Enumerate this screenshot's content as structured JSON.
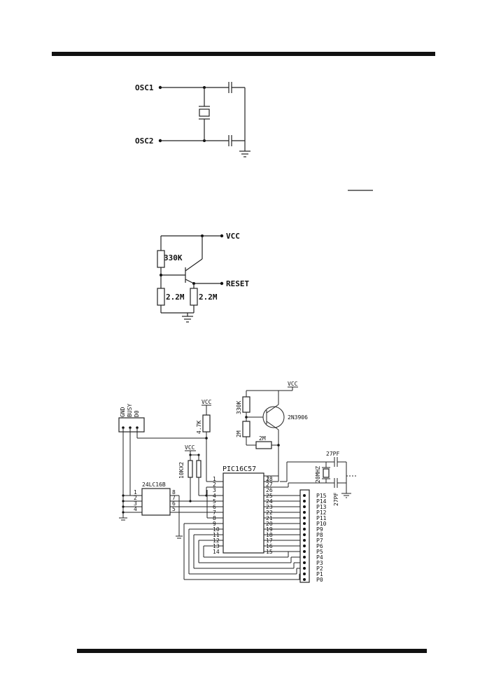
{
  "osc_circuit": {
    "osc1": "OSC1",
    "osc2": "OSC2"
  },
  "overline_text": "",
  "reset_circuit": {
    "vcc": "VCC",
    "r_top": "330K",
    "r_left": "2.2M",
    "r_right": "2.2M",
    "reset": "RESET"
  },
  "schematic": {
    "connector_labels": [
      "GND",
      "BUSY",
      "D0"
    ],
    "vcc": "VCC",
    "r_pullup": "4.7K",
    "r_base_top": "330K",
    "r_base_bottom": "2M",
    "r_series": "2M",
    "transistor": "2N3906",
    "rn_label": "10KX2",
    "eeprom": "24LC16B",
    "eeprom_pins_left": [
      "1",
      "2",
      "3",
      "4"
    ],
    "eeprom_pins_right": [
      "8",
      "7",
      "6",
      "5"
    ],
    "mcu": "PIC16C57",
    "mcu_pins_left": [
      "1",
      "2",
      "3",
      "4",
      "5",
      "6",
      "7",
      "8",
      "9",
      "10",
      "11",
      "12",
      "13",
      "14"
    ],
    "mcu_pins_right": [
      "28",
      "27",
      "26",
      "25",
      "24",
      "23",
      "22",
      "21",
      "20",
      "19",
      "18",
      "17",
      "16",
      "15"
    ],
    "crystal": "20MHZ",
    "cap_top": "27PF",
    "cap_bottom": "27PF",
    "ports": [
      "P15",
      "P14",
      "P13",
      "P12",
      "P11",
      "P10",
      "P9",
      "P8",
      "P7",
      "P6",
      "P5",
      "P4",
      "P3",
      "P2",
      "P1",
      "P0"
    ]
  }
}
